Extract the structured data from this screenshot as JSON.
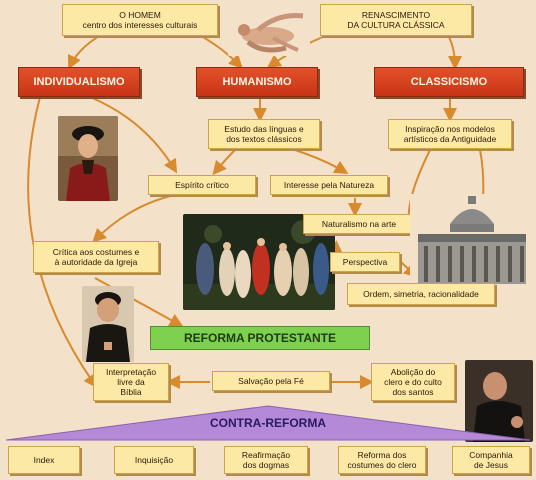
{
  "top": {
    "homem": "O HOMEM\ncentro dos interesses culturais",
    "renascimento": "RENASCIMENTO\nDA CULTURA CLÁSSICA"
  },
  "main": {
    "individualismo": "INDIVIDUALISMO",
    "humanismo": "HUMANISMO",
    "classicismo": "CLASSICISMO"
  },
  "nodes": {
    "estudo": "Estudo das línguas e\ndos textos clássicos",
    "inspiracao": "Inspiração nos modelos\nartísticos da Antiguidade",
    "espirito": "Espírito crítico",
    "interesse": "Interesse pela Natureza",
    "naturalismo": "Naturalismo na arte",
    "perspectiva": "Perspectiva",
    "ordem": "Ordem, simetria, racionalidade",
    "critica": "Crítica aos costumes e\nà autoridade da Igreja"
  },
  "reforma": {
    "title": "REFORMA PROTESTANTE",
    "interpretacao": "Interpretação\nlivre da\nBíblia",
    "salvacao": "Salvação pela Fé",
    "abolicao": "Abolição do\nclero e do culto\ndos santos"
  },
  "contra": {
    "title": "CONTRA-REFORMA",
    "items": [
      "Index",
      "Inquisição",
      "Reafirmação\ndos dogmas",
      "Reforma dos\ncostumes do clero",
      "Companhia\nde Jesus"
    ]
  },
  "colors": {
    "background": "#f3e2c9",
    "box": "#fde9a6",
    "red": "#d8401f",
    "green": "#7ed14e",
    "triangle": "#b48ad8",
    "arrow": "#d88a2e"
  }
}
